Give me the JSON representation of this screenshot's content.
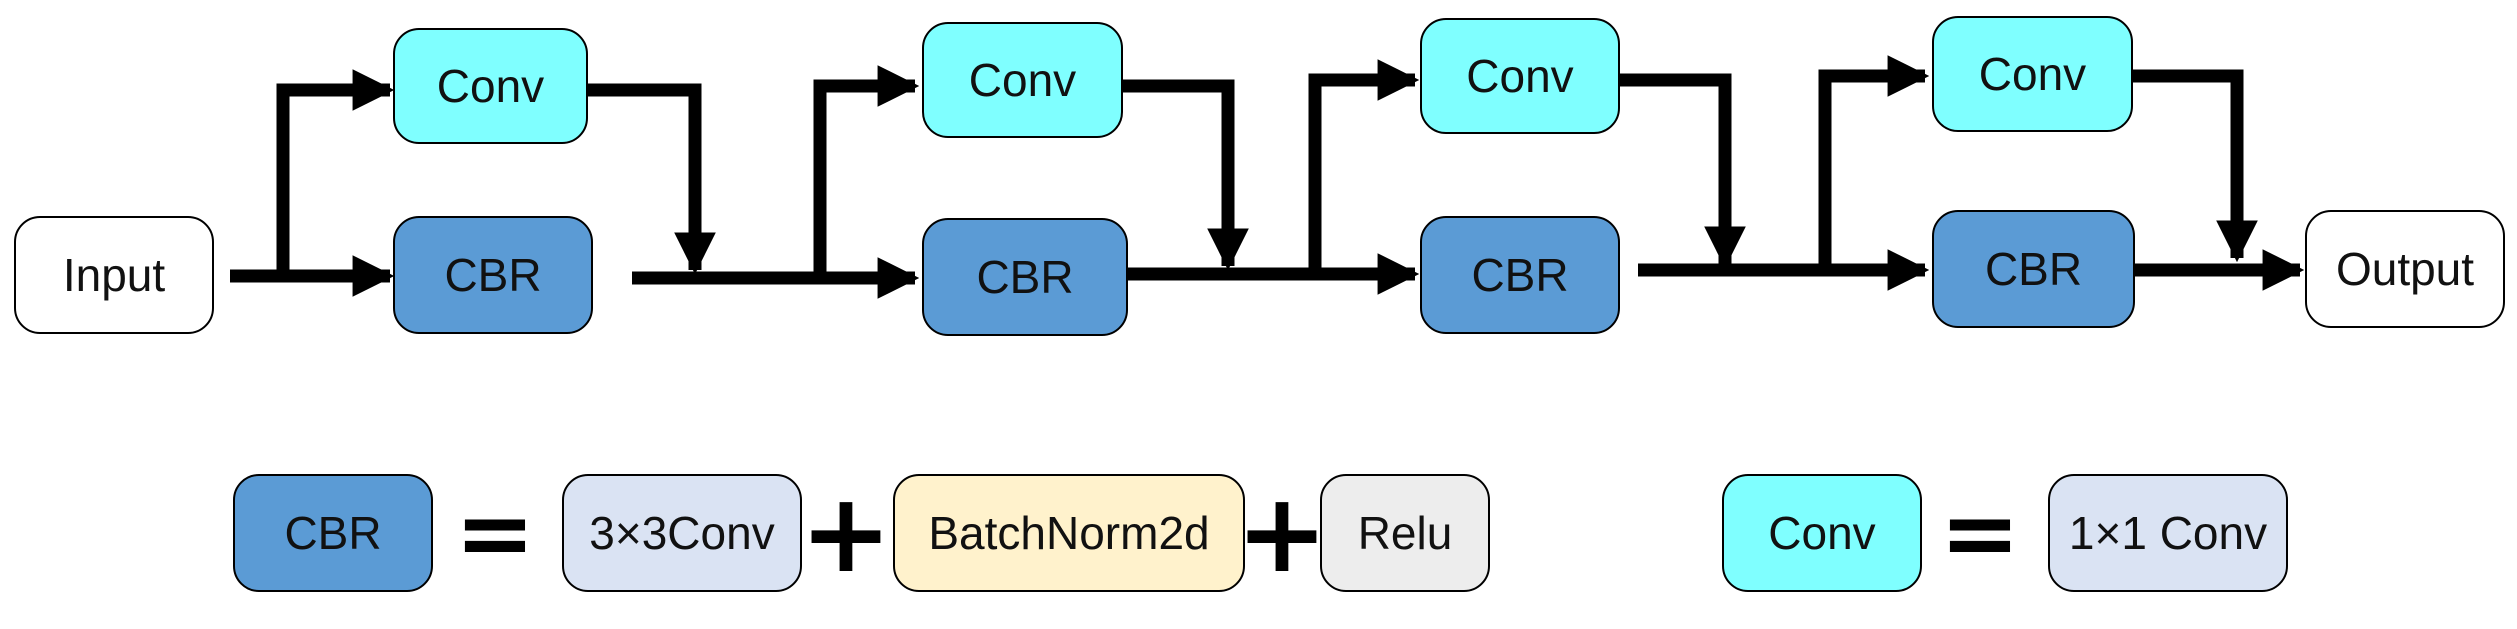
{
  "flow": {
    "input": "Input",
    "output": "Output",
    "stages": [
      {
        "conv": "Conv",
        "cbr": "CBR"
      },
      {
        "conv": "Conv",
        "cbr": "CBR"
      },
      {
        "conv": "Conv",
        "cbr": "CBR"
      },
      {
        "conv": "Conv",
        "cbr": "CBR"
      }
    ]
  },
  "legend": {
    "cbr": {
      "name": "CBR",
      "equals": "=",
      "parts": [
        "3×3Conv",
        "BatchNorm2d",
        "Relu"
      ],
      "plus": "+"
    },
    "conv": {
      "name": "Conv",
      "equals": "=",
      "parts": [
        "1×1 Conv"
      ]
    }
  },
  "colors": {
    "conv": "#7fffff",
    "cbr": "#5b9bd5",
    "conv3x3": "#dae3f3",
    "batchnorm": "#fff2cc",
    "relu": "#ededed",
    "conv1x1": "#dae3f3",
    "io": "#ffffff"
  }
}
